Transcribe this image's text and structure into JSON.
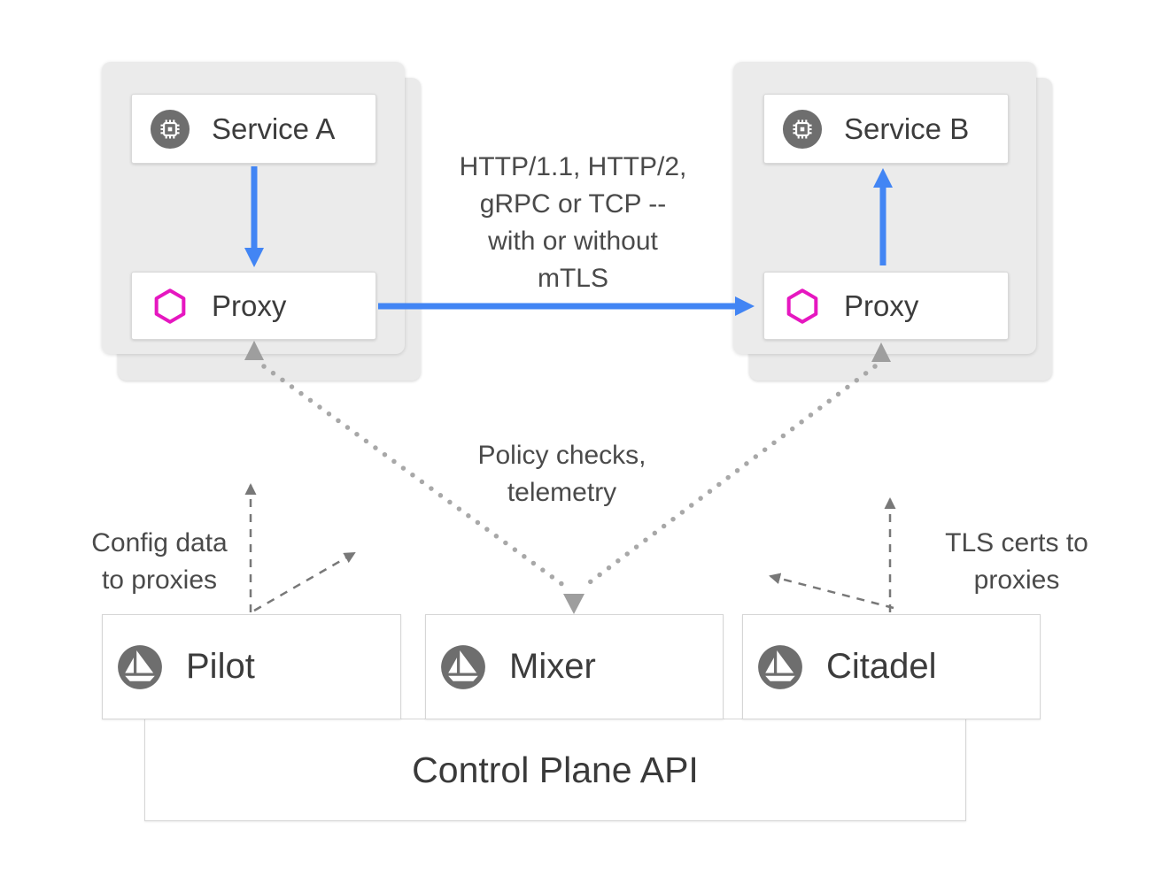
{
  "pods": {
    "left": {
      "service_label": "Service A",
      "proxy_label": "Proxy"
    },
    "right": {
      "service_label": "Service B",
      "proxy_label": "Proxy"
    }
  },
  "annotations": {
    "traffic": {
      "lines": [
        "HTTP/1.1, HTTP/2,",
        "gRPC or TCP --",
        "with or without",
        "mTLS"
      ]
    },
    "policy": {
      "lines": [
        "Policy checks,",
        "telemetry"
      ]
    },
    "config": {
      "lines": [
        "Config data",
        "to proxies"
      ]
    },
    "tls": {
      "lines": [
        "TLS certs to",
        "proxies"
      ]
    }
  },
  "control_plane": {
    "components": [
      {
        "label": "Pilot",
        "icon": "sailboat-icon"
      },
      {
        "label": "Mixer",
        "icon": "sailboat-icon"
      },
      {
        "label": "Citadel",
        "icon": "sailboat-icon"
      }
    ],
    "api_label": "Control Plane API"
  },
  "icons": {
    "service": "chip-icon",
    "proxy": "hexagon-icon",
    "component": "sailboat-icon"
  },
  "colors": {
    "arrow_blue": "#4285f4",
    "hexagon_magenta": "#e617c0",
    "icon_circle_gray": "#6e6e6e",
    "dotted_arrow_gray": "#a8a8a8",
    "dashed_arrow_gray": "#787878",
    "pod_gray": "#ebebeb",
    "text_dark": "#3c3c3c",
    "text_annotation": "#4a4a4a"
  }
}
